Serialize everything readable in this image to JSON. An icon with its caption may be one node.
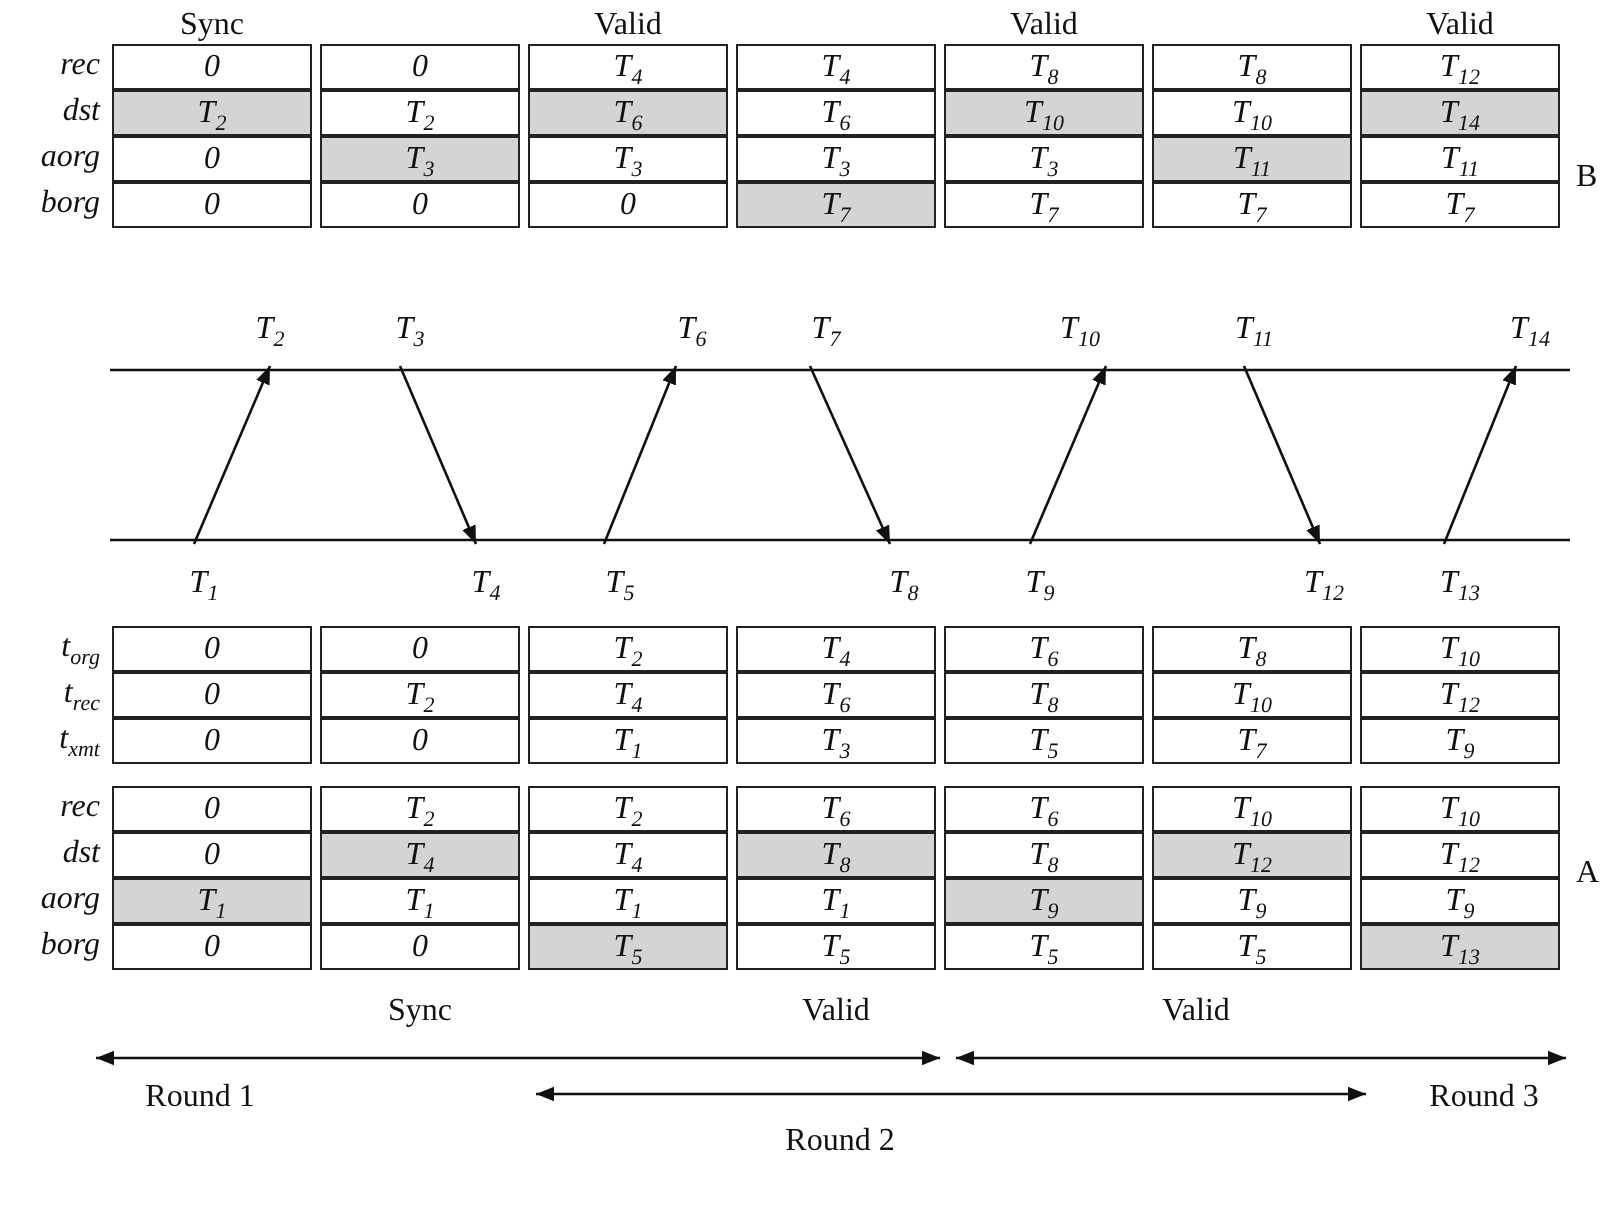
{
  "diagram": {
    "nodes": [
      {
        "text": [
          "T$_{2}$"
        ]
      },
      {
        "text": [
          "T$_{3}$"
        ]
      },
      {
        "text": [
          "T$_{6}$"
        ]
      },
      {
        "text": [
          "T$_{7}$"
        ]
      },
      {
        "text": [
          "T$_{10}$"
        ]
      },
      {
        "text": [
          "T$_{11}$"
        ]
      },
      {
        "text": [
          "T$_{14}$"
        ]
      },
      {
        "text": [
          "T$_{1}$"
        ]
      },
      {
        "text": [
          "T$_{4}$"
        ]
      },
      {
        "text": [
          "T$_{5}$"
        ]
      },
      {
        "text": [
          "T$_{8}$"
        ]
      },
      {
        "text": [
          "T$_{9}$"
        ]
      },
      {
        "text": [
          "T$_{12}$"
        ]
      },
      {
        "text": [
          "T$_{13}$"
        ]
      }
    ],
    "edges": [
      {
        "from": 7,
        "to": 0,
        "arrow": "to"
      },
      {
        "from": 1,
        "to": 8,
        "arrow": "to"
      },
      {
        "from": 9,
        "to": 2,
        "arrow": "to"
      },
      {
        "from": 3,
        "to": 10,
        "arrow": "to"
      },
      {
        "from": 11,
        "to": 4,
        "arrow": "to"
      },
      {
        "from": 5,
        "to": 12,
        "arrow": "to"
      },
      {
        "from": 13,
        "to": 6,
        "arrow": "to"
      }
    ],
    "labels": [
      "Sync",
      "Valid",
      "Valid",
      "Valid",
      "rec",
      "0",
      "0",
      "T$_{4}$",
      "T$_{4}$",
      "T$_{8}$",
      "T$_{8}$",
      "T$_{12}$",
      "dst",
      "T$_{2}$",
      "T$_{2}$",
      "T$_{6}$",
      "T$_{6}$",
      "T$_{10}$",
      "T$_{10}$",
      "T$_{14}$",
      "aorg",
      "0",
      "T$_{3}$",
      "T$_{3}$",
      "T$_{3}$",
      "T$_{3}$",
      "T$_{11}$",
      "T$_{11}$",
      "B",
      "borg",
      "0",
      "0",
      "0",
      "T$_{7}$",
      "T$_{7}$",
      "T$_{7}$",
      "T$_{7}$",
      "t$_{org}$",
      "0",
      "0",
      "T$_{2}$",
      "T$_{4}$",
      "T$_{6}$",
      "T$_{8}$",
      "T$_{10}$",
      "t$_{rec}$",
      "0",
      "T$_{2}$",
      "T$_{4}$",
      "T$_{6}$",
      "T$_{8}$",
      "T$_{10}$",
      "T$_{12}$",
      "t$_{xmt}$",
      "0",
      "0",
      "T$_{1}$",
      "T$_{3}$",
      "T$_{5}$",
      "T$_{7}$",
      "T$_{9}$",
      "rec",
      "0",
      "T$_{2}$",
      "T$_{2}$",
      "T$_{6}$",
      "T$_{6}$",
      "T$_{10}$",
      "T$_{10}$",
      "dst",
      "0",
      "T$_{4}$",
      "T$_{4}$",
      "T$_{8}$",
      "T$_{8}$",
      "T$_{12}$",
      "T$_{12}$",
      "A",
      "aorg",
      "T$_{1}$",
      "T$_{1}$",
      "T$_{1}$",
      "T$_{1}$",
      "T$_{9}$",
      "T$_{9}$",
      "T$_{9}$",
      "borg",
      "0",
      "0",
      "T$_{5}$",
      "T$_{5}$",
      "T$_{5}$",
      "T$_{5}$",
      "T$_{13}$",
      "Sync",
      "Valid",
      "Valid",
      "Round 1",
      "Round 3",
      "Round 2"
    ]
  }
}
